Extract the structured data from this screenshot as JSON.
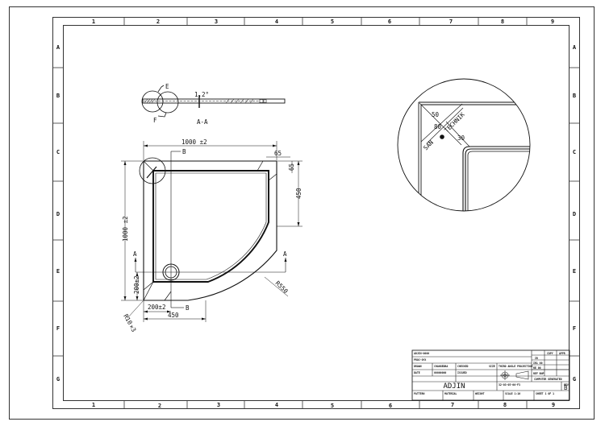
{
  "drawing": {
    "type": "technical-drawing",
    "subject": "quarter-round shower tray",
    "colors": {
      "line": "#111111",
      "paper": "#ffffff",
      "frame": "#333333"
    }
  },
  "frame": {
    "columns": [
      "1",
      "2",
      "3",
      "4",
      "5",
      "6",
      "7",
      "8",
      "9"
    ],
    "rows": [
      "A",
      "B",
      "C",
      "D",
      "E",
      "F",
      "G"
    ]
  },
  "section_view": {
    "title": "A-A",
    "callout_e": "E",
    "callout_f": "F",
    "slope_label": "1,2°"
  },
  "detail_view": {
    "label_50": "50",
    "label_80": "80",
    "label_30": "30",
    "brand_left": "SAN",
    "brand_right": "TECHNIK"
  },
  "plan_view": {
    "width_dim": "1000 ±2",
    "height_dim": "1000 ±2",
    "corner_65_h": "65",
    "corner_65_v": "65",
    "straight_450_v": "450",
    "straight_450_h": "450",
    "drain_x": "200±2",
    "drain_y": "200±2",
    "radius": "R550",
    "corner_radius": "R10",
    "corner_radius_sub": "×3",
    "section_a_left": "A",
    "section_a_right": "A",
    "section_b_top": "B",
    "section_b_bottom": "B"
  },
  "title_block": {
    "line1": "ADJIN-0000",
    "line2": "PROC-0YX",
    "drawn_label": "DRAWN",
    "drawn_value": "CHANGEDBA",
    "checked_label": "CHECKED",
    "date_label": "DATE",
    "date_value": "00000000",
    "issued_label": "ISSUED",
    "size_label": "SIZE",
    "projection_label": "THIRD ANGLE PROJECTION",
    "company": "ADJIN",
    "part_number": "32-03-05-00-F3",
    "copy_label": "COPY",
    "appr_label": "APPR",
    "ir_label": "IR",
    "r1": "IR1 00",
    "r2": "RE 00",
    "r3": "REF BNP",
    "computer_generated": "COMPUTER GENERATED",
    "rev_label": "REV",
    "rev_value": "B",
    "pattern_label": "PATTERN",
    "material_label": "MATERIAL",
    "weight_label": "WEIGHT",
    "scale_label": "SCALE 1:10",
    "sheet_label": "SHEET 1 OF 1"
  }
}
